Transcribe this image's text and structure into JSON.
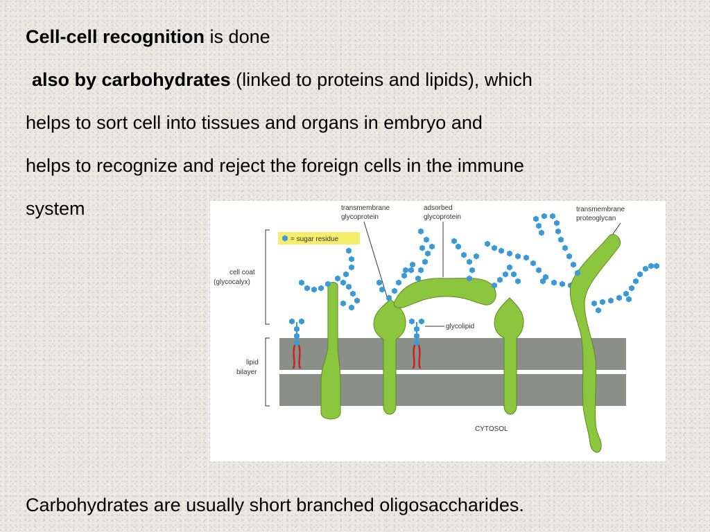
{
  "slide": {
    "line1": {
      "bold": "Cell-cell recognition",
      "rest": " is done"
    },
    "line2": {
      "bold": "also by carbohydrates",
      "rest": " (linked to proteins and lipids), which"
    },
    "line3": "helps to sort cell into tissues and organs in embryo and",
    "line4": "helps to recognize and reject the foreign cells in the immune",
    "line5": "system",
    "conclusion": "Carbohydrates are usually short branched oligosaccharides."
  },
  "figure": {
    "legend_text": "= sugar residue",
    "labels": {
      "transmembrane_glycoprotein": [
        "transmembrane",
        "glycoprotein"
      ],
      "adsorbed_glycoprotein": [
        "adsorbed",
        "glycoprotein"
      ],
      "transmembrane_proteoglycan": [
        "transmembrane",
        "proteoglycan"
      ],
      "cell_coat": [
        "cell coat",
        "(glycocalyx)"
      ],
      "lipid_bilayer": [
        "lipid",
        "bilayer"
      ],
      "glycolipid": "glycolipid",
      "cytosol": "CYTOSOL"
    },
    "colors": {
      "protein": "#8cc63f",
      "protein_outline": "#5a8a1e",
      "membrane": "#8a9088",
      "sugar": "#3a9ad9",
      "lipid_tail": "#cc1f1f",
      "legend_bg": "#f4ee6a"
    }
  }
}
